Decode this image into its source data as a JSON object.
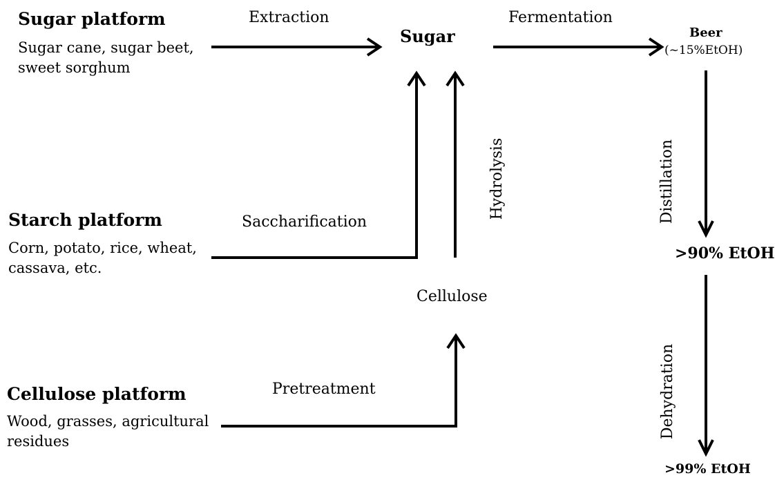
{
  "colors": {
    "background": "#ffffff",
    "line": "#000000"
  },
  "platforms": {
    "sugar": {
      "title": "Sugar platform",
      "line1": "Sugar cane, sugar beet,",
      "line2": "sweet sorghum"
    },
    "starch": {
      "title": "Starch platform",
      "line1": "Corn, potato, rice, wheat,",
      "line2": "cassava, etc."
    },
    "cellulose": {
      "title": "Cellulose platform",
      "line1": "Wood, grasses, agricultural",
      "line2": "residues"
    }
  },
  "processes": {
    "extraction": "Extraction",
    "fermentation": "Fermentation",
    "saccharification": "Saccharification",
    "hydrolysis": "Hydrolysis",
    "pretreatment": "Pretreatment",
    "distillation": "Distillation",
    "dehydration": "Dehydration"
  },
  "nodes": {
    "sugar": "Sugar",
    "beer": "Beer",
    "beer_note": "(~15%EtOH)",
    "cellulose": "Cellulose",
    "etoh90": ">90% EtOH",
    "etoh99": ">99% EtOH"
  }
}
